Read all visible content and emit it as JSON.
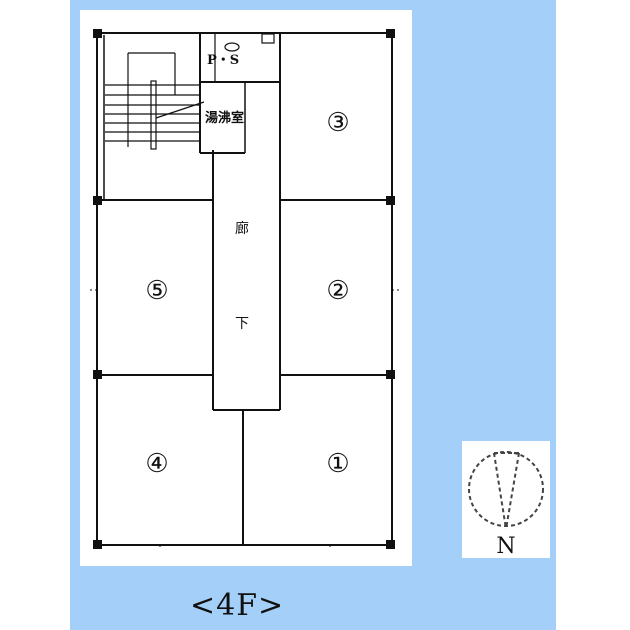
{
  "floor_label": "<4F>",
  "rooms": {
    "r1": "①",
    "r2": "②",
    "r3": "③",
    "r4": "④",
    "r5": "⑤"
  },
  "ps_label": "P・S",
  "kitchenette_label": "湯沸室",
  "corridor_label_1": "廊",
  "corridor_label_2": "下",
  "compass_letter": "N",
  "colors": {
    "background": "#a3cff9",
    "ink": "#111111"
  }
}
